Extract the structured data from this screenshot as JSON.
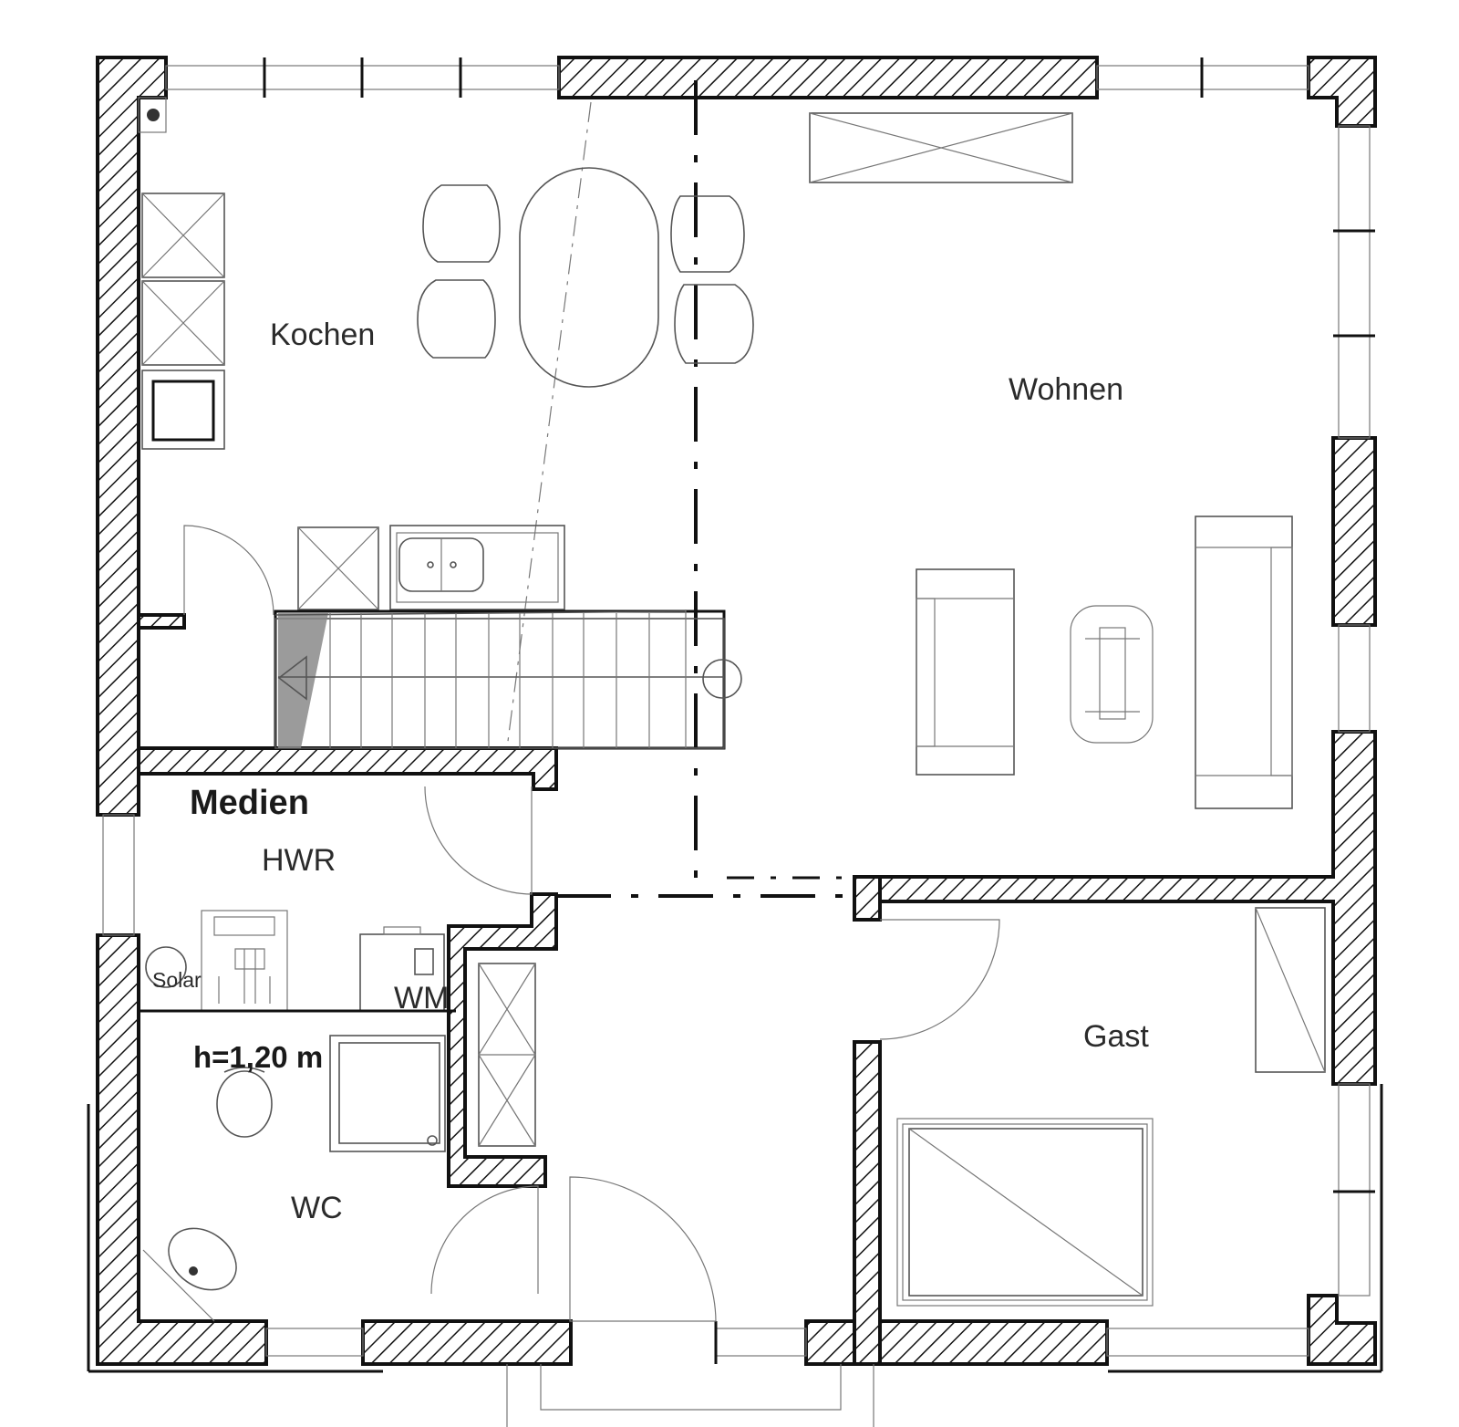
{
  "rooms": {
    "kochen": "Kochen",
    "wohnen": "Wohnen",
    "medien": "Medien",
    "hwr": "HWR",
    "solar": "Solar",
    "wm": "WM",
    "height_note": "h=1,20 m",
    "wc": "WC",
    "gast": "Gast"
  },
  "colors": {
    "wall_outline": "#111111",
    "hatch": "#111111",
    "furniture": "#777777",
    "stair_fill": "#8a8a8a"
  }
}
